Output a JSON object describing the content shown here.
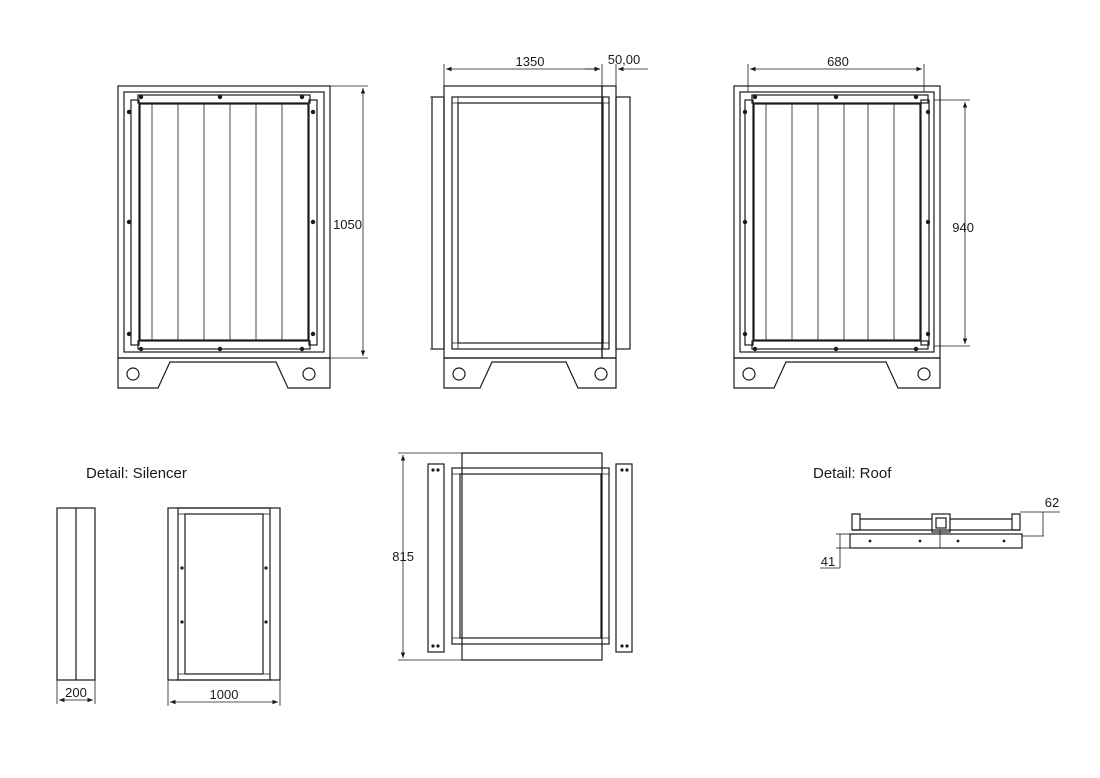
{
  "labels": {
    "silencer_caption": "Detail: Silencer",
    "roof_caption": "Detail: Roof"
  },
  "dimensions": {
    "front_height": "1050",
    "side_width": "1350",
    "side_flange": "50,00",
    "rear_width": "680",
    "rear_height": "940",
    "silencer_depth": "200",
    "silencer_width": "1000",
    "base_height": "815",
    "roof_height": "62",
    "roof_base": "41"
  },
  "colors": {
    "line": "#1a1a1a",
    "background": "#ffffff"
  }
}
